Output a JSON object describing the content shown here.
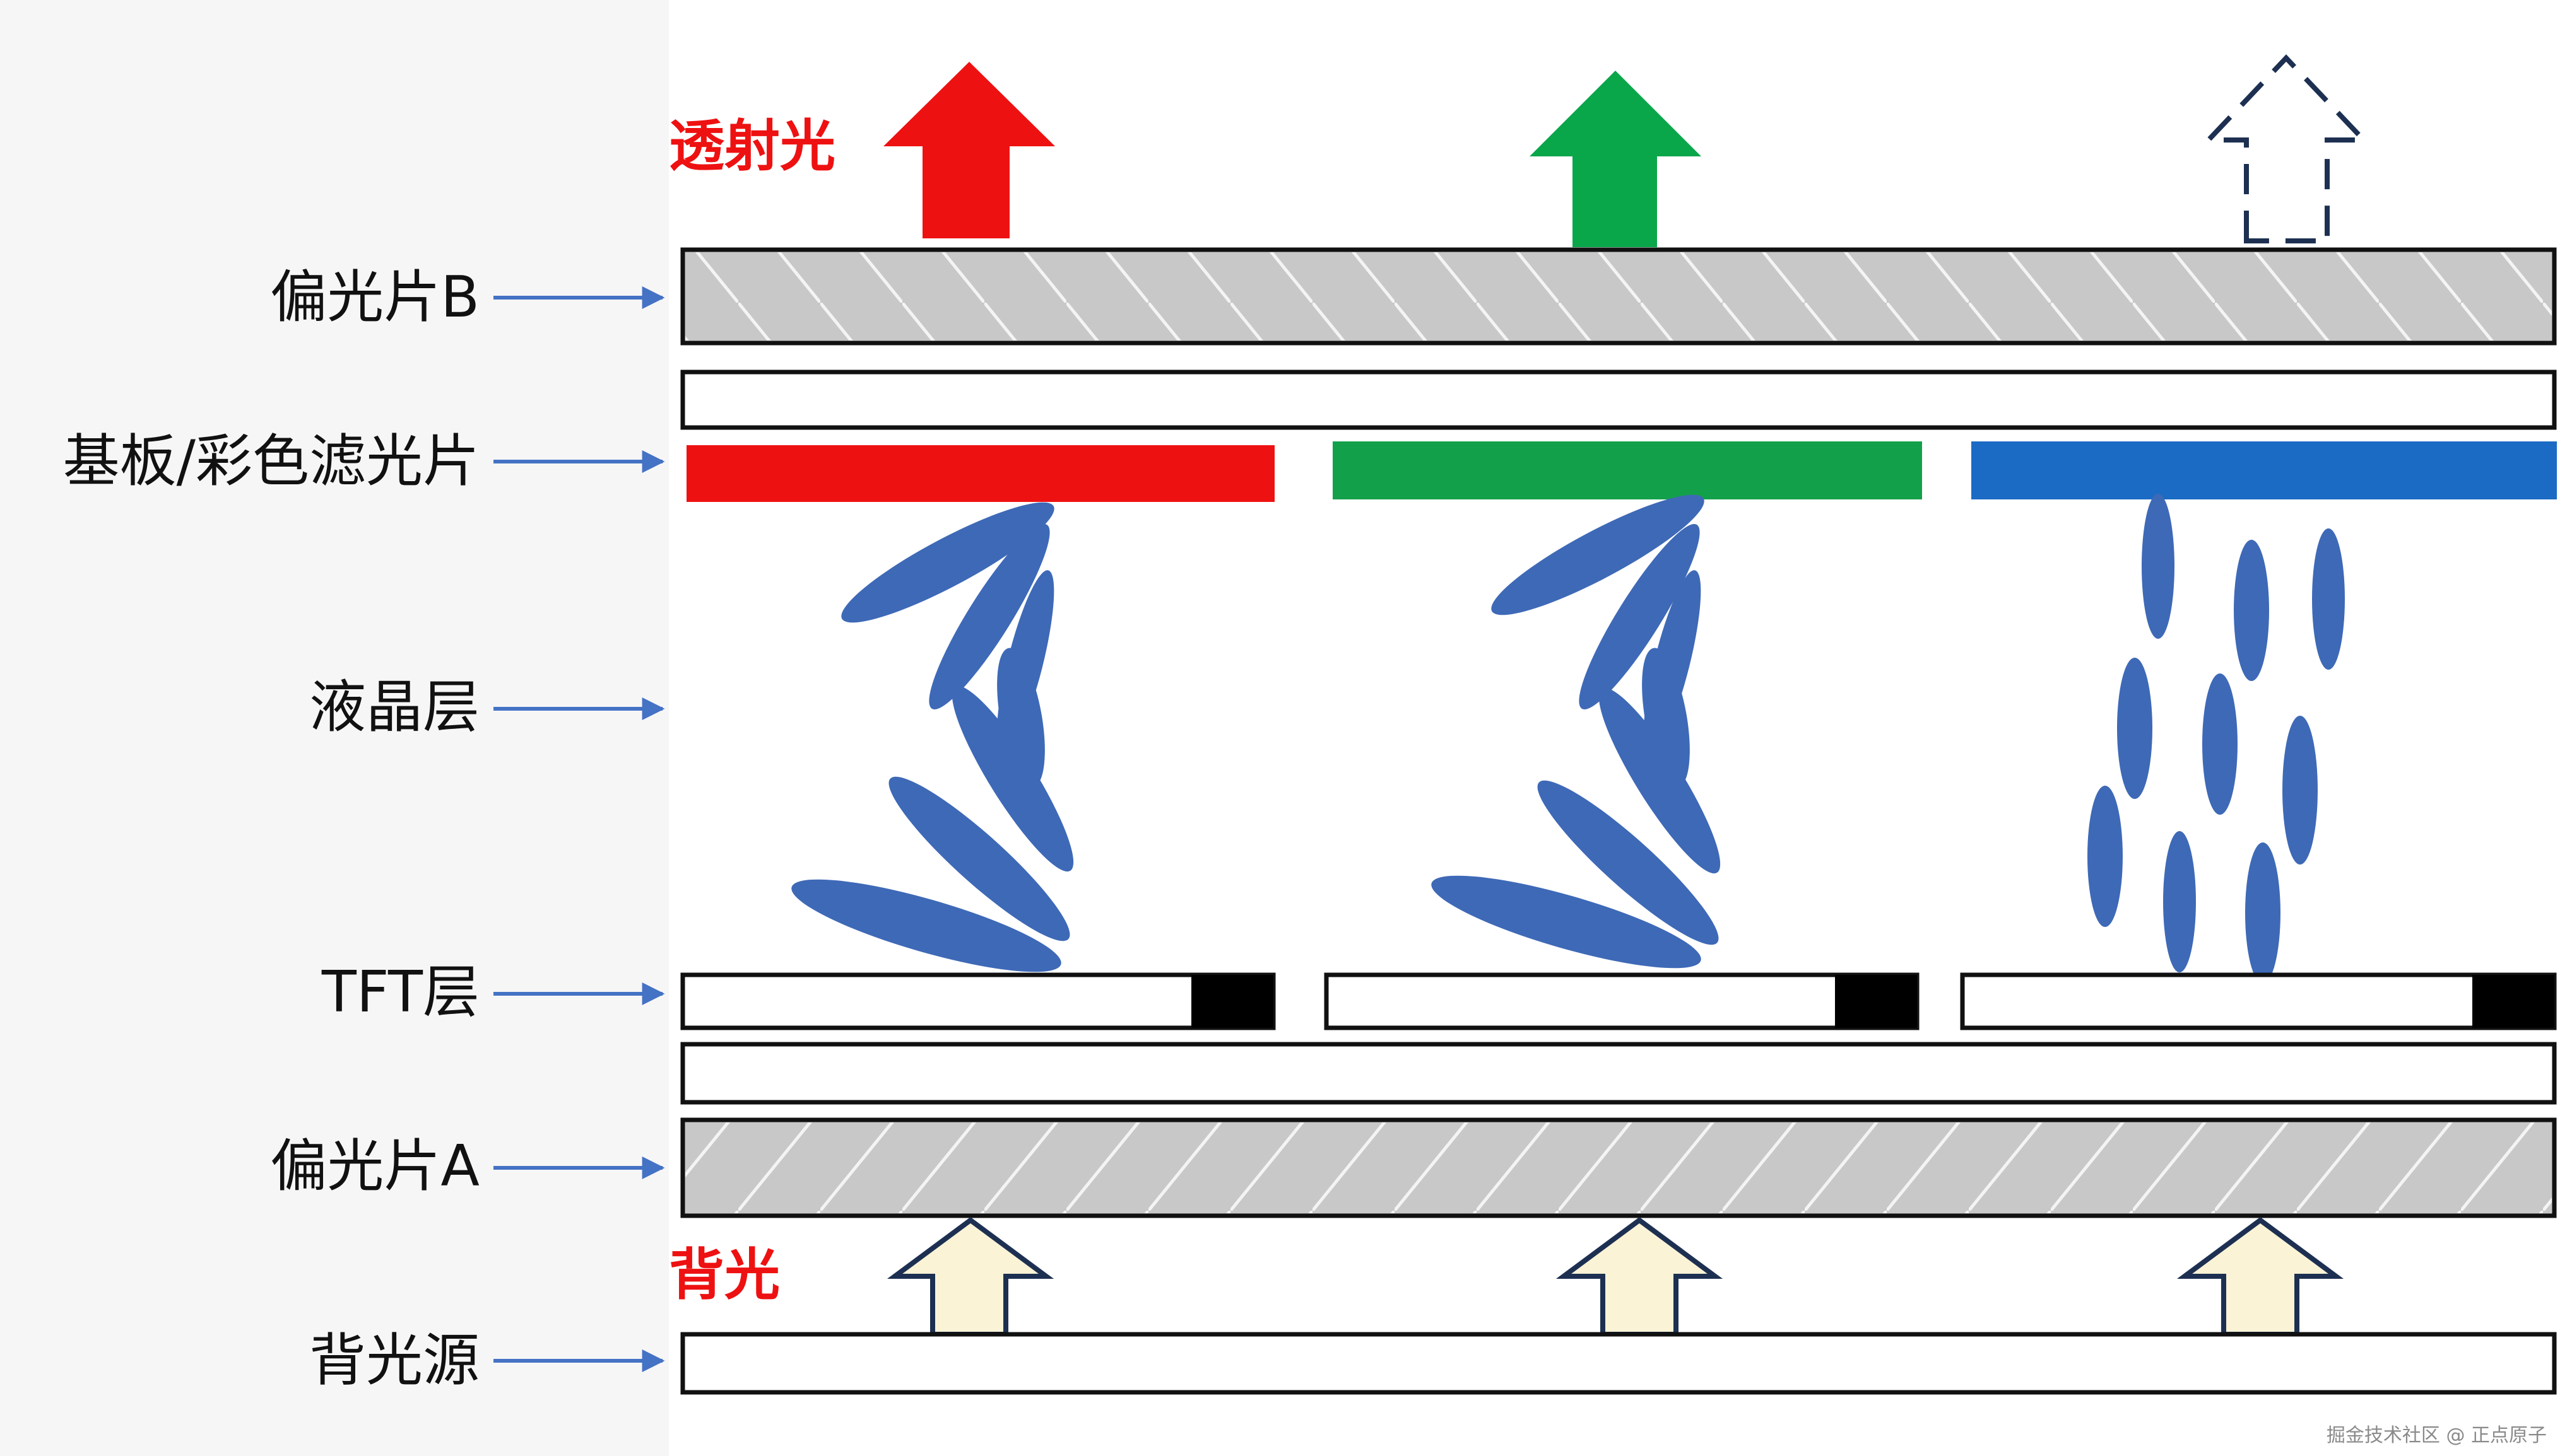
{
  "labels": {
    "transmitted": "透射光",
    "polarizer_b": "偏光片B",
    "substrate_cf": "基板/彩色滤光片",
    "liquid_crystal": "液晶层",
    "tft": "TFT层",
    "polarizer_a": "偏光片A",
    "backlight_label": "背光",
    "backlight_source": "背光源"
  },
  "watermark": "掘金技术社区 @ 正点原子",
  "colors": {
    "label_red": "#ee1111",
    "filter_red": "#ee1111",
    "filter_green": "#13a04a",
    "filter_blue": "#1b6bc4",
    "arrow_red": "#ee1111",
    "arrow_green": "#0aa64a",
    "arrow_outline_dashed": "#1d3052",
    "lc_molecule": "#3e69b7",
    "polarizer_fill": "#c8c8c8",
    "pointer_arrow": "#4472c4",
    "backlight_arrow_fill": "#fbf3d6",
    "backlight_arrow_stroke": "#1d3052"
  }
}
